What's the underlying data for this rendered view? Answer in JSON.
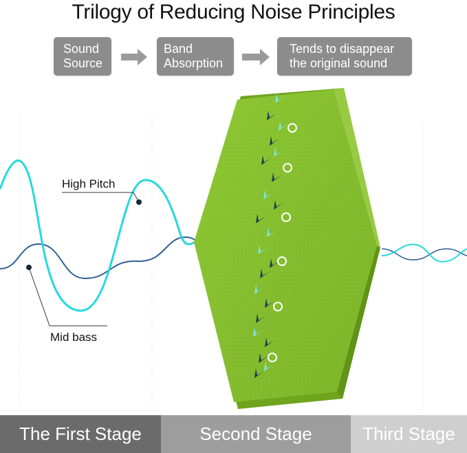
{
  "title": "Trilogy of Reducing Noise Principles",
  "steps": [
    {
      "line1": "Sound",
      "line2": "Source"
    },
    {
      "line1": "Band",
      "line2": "Absorption"
    },
    {
      "line1": "Tends to disappear",
      "line2": "the original sound"
    }
  ],
  "wave_labels": {
    "high_pitch": "High Pitch",
    "mid_bass": "Mid bass"
  },
  "stages": [
    "The First Stage",
    "Second Stage",
    "Third Stage"
  ],
  "colors": {
    "high_pitch_wave": "#27d8dc",
    "mid_bass_wave": "#2f5f95",
    "panel_green": "#86c02f",
    "panel_edge": "#6fa41d",
    "box_gray": "#8c8c8c"
  },
  "icons": [
    "arrow-right-icon",
    "hexagon-acoustic-panel",
    "absorption-arrow-icon",
    "sound-swirl-icon"
  ]
}
